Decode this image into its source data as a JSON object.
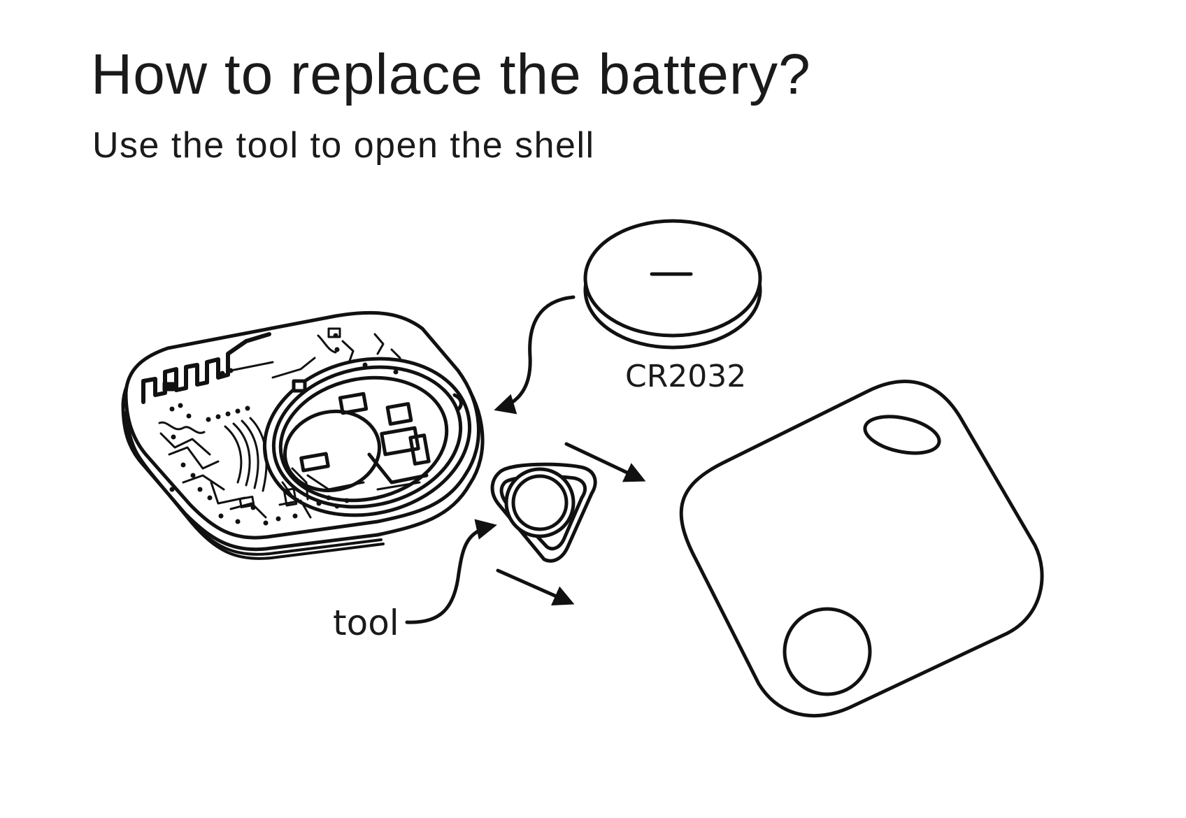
{
  "title": "How to replace the battery?",
  "subtitle": "Use the tool to open the shell",
  "labels": {
    "battery": "CR2032",
    "tool": "tool",
    "battery_sign": "—"
  },
  "colors": {
    "ink": "#111111",
    "background": "#ffffff"
  },
  "icons": {
    "battery": "coin-cell-battery-icon",
    "tool": "triangle-opener-tool-icon",
    "tracker": "tracker-circuit-board-icon",
    "shell": "tracker-shell-cover-icon"
  }
}
